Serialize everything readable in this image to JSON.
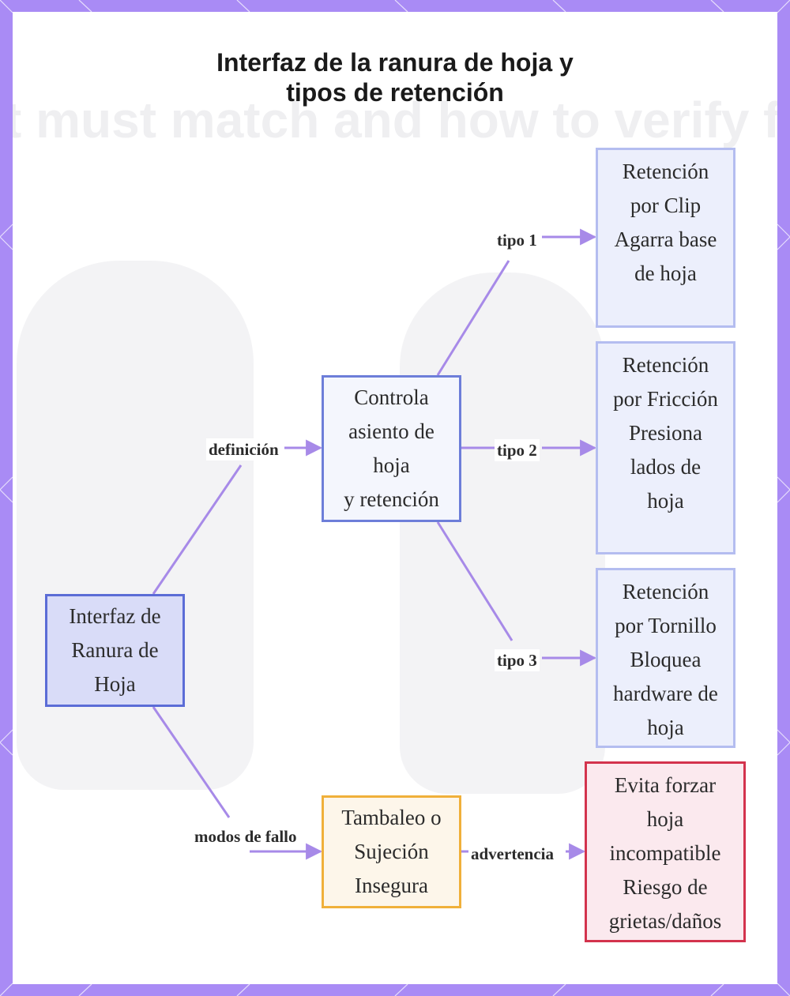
{
  "diagram": {
    "title_lines": [
      "Interfaz de la ranura de hoja y",
      "tipos de retención"
    ],
    "background_text": "t must match and how to verify fi",
    "colors": {
      "border": "#a98bf5",
      "edge": "#a78ae8",
      "root_fill": "#d9dcf8",
      "warn_stroke": "#f0b03a",
      "risk_stroke": "#d3334d"
    },
    "nodes": {
      "root": [
        "Interfaz de",
        "Ranura de",
        "Hoja"
      ],
      "controls": [
        "Controla",
        "asiento de",
        "hoja",
        "y retención"
      ],
      "clip": [
        "Retención",
        "por Clip",
        "Agarra base",
        "de hoja"
      ],
      "friction": [
        "Retención",
        "por Fricción",
        "Presiona",
        "lados de",
        "hoja"
      ],
      "screw": [
        "Retención",
        "por Tornillo",
        "Bloquea",
        "hardware de",
        "hoja"
      ],
      "wobble": [
        "Tambaleo o",
        "Sujeción",
        "Insegura"
      ],
      "risk": [
        "Evita forzar",
        "hoja",
        "incompatible",
        "Riesgo de",
        "grietas/daños"
      ]
    },
    "edges": {
      "definition": "definición",
      "type1": "tipo 1",
      "type2": "tipo 2",
      "type3": "tipo 3",
      "failure_modes": "modos de fallo",
      "warning": "advertencia"
    }
  }
}
